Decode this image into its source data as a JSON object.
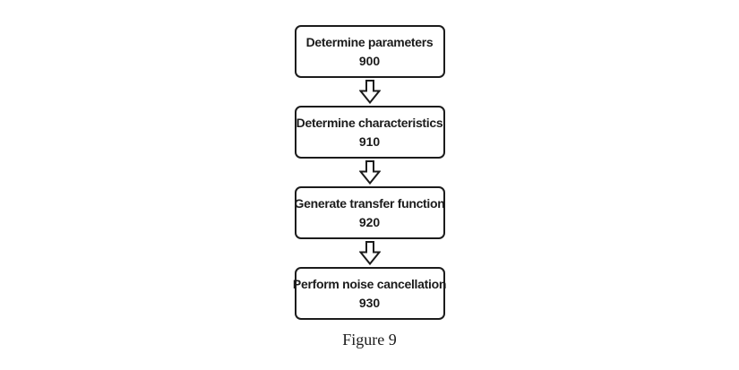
{
  "flowchart": {
    "type": "flowchart",
    "direction": "top-down",
    "steps": [
      {
        "label": "Determine parameters",
        "number": "900"
      },
      {
        "label": "Determine characteristics",
        "number": "910"
      },
      {
        "label": "Generate transfer function",
        "number": "920"
      },
      {
        "label": "Perform noise cancellation",
        "number": "930"
      }
    ],
    "connectors": [
      {
        "from": "900",
        "to": "910",
        "style": "hollow-block-arrow-down"
      },
      {
        "from": "910",
        "to": "920",
        "style": "hollow-block-arrow-down"
      },
      {
        "from": "920",
        "to": "930",
        "style": "hollow-block-arrow-down"
      }
    ],
    "caption": "Figure 9",
    "colors": {
      "box_border": "#1c1c1c",
      "box_fill": "#ffffff",
      "text": "#1c1c1c",
      "background": "#ffffff"
    }
  }
}
